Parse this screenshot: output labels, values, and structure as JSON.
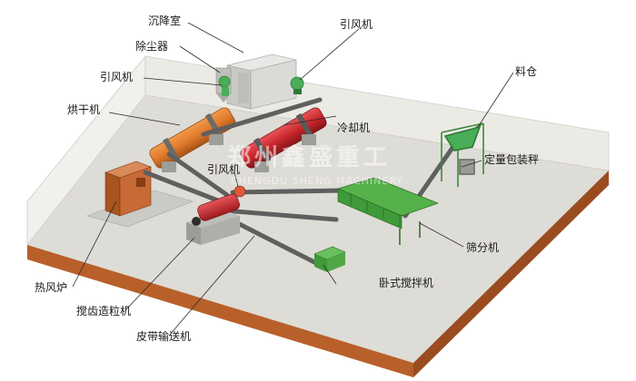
{
  "labels": {
    "settling_chamber": "沉降室",
    "dust_collector": "除尘器",
    "induced_fan_top": "引风机",
    "induced_fan_left": "引风机",
    "induced_fan_mid": "引风机",
    "dryer": "烘干机",
    "cooler": "冷却机",
    "silo": "料仓",
    "packing_scale": "定量包装秤",
    "hot_air_furnace": "热风炉",
    "granulator": "搅齿造粒机",
    "belt_conveyor": "皮带输送机",
    "screening_machine": "筛分机",
    "horizontal_mixer": "卧式搅拌机"
  },
  "watermark": {
    "cn": "郑州鑫盛重工",
    "en": "CHENGDU SHENG MACHINERY"
  },
  "colors": {
    "floor_top": "#dedcd6",
    "floor_front": "#b8602a",
    "floor_side": "#9a4c20",
    "wall": "#f1f0ec",
    "dryer": "#e07a2a",
    "cooler": "#c9272c",
    "screen": "#3f9a3a",
    "furnace": "#c76a36",
    "fan": "#4aae58",
    "conveyor": "#7b7b7b",
    "silo_frame": "#3d8a38"
  }
}
